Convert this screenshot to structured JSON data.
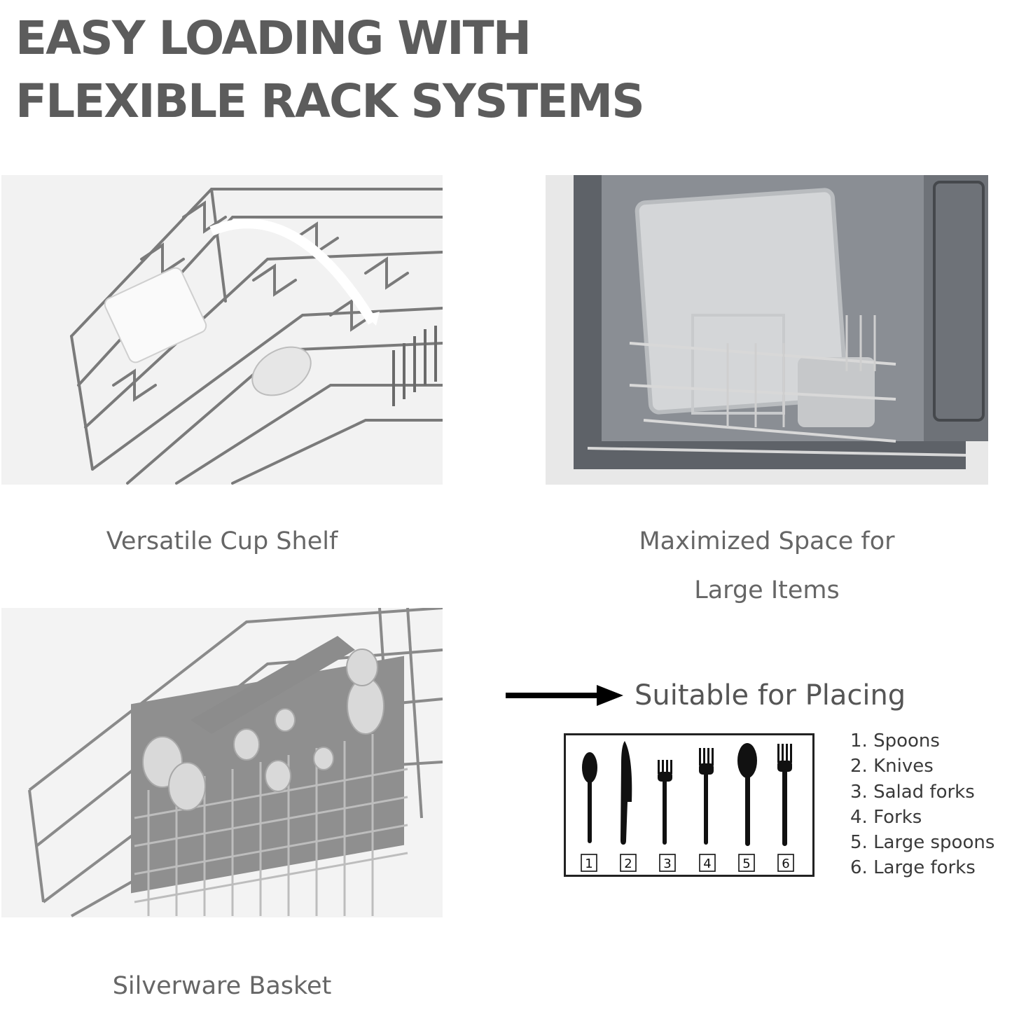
{
  "title": {
    "line1": "EASY LOADING WITH",
    "line2": "FLEXIBLE RACK SYSTEMS"
  },
  "features": {
    "cup_shelf": {
      "caption": "Versatile Cup Shelf"
    },
    "large_items": {
      "caption_line1": "Maximized Space for",
      "caption_line2": "Large Items"
    },
    "silverware": {
      "caption": "Silverware Basket"
    }
  },
  "placing": {
    "heading": "Suitable for Placing",
    "slot_numbers": [
      "1",
      "2",
      "3",
      "4",
      "5",
      "6"
    ],
    "items": [
      "1. Spoons",
      "2. Knives",
      "3. Salad forks",
      "4. Forks",
      "5. Large spoons",
      "6. Large forks"
    ]
  },
  "colors": {
    "title": "#5c5c5c",
    "caption": "#666666",
    "icon": "#111111"
  }
}
